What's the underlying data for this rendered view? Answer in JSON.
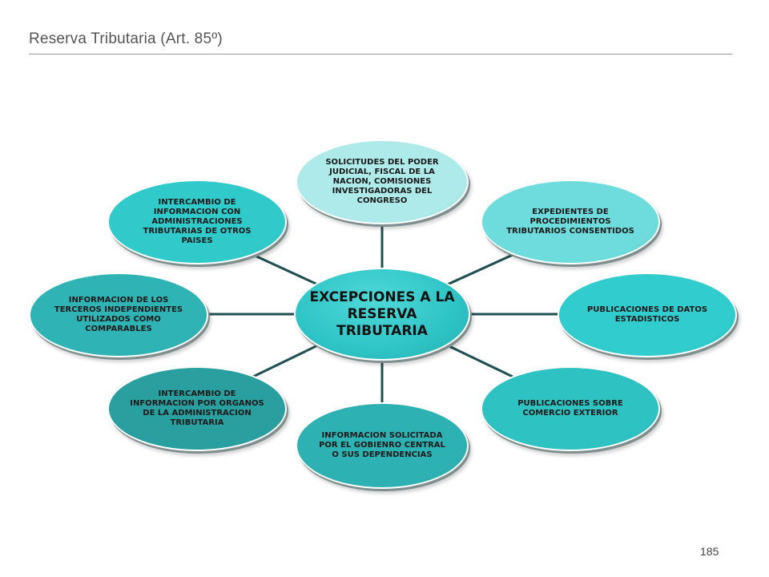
{
  "slide": {
    "title": "Reserva Tributaria (Art. 85º)",
    "page_number": "185"
  },
  "diagram": {
    "center": {
      "label": "EXCEPCIONES A LA RESERVA TRIBUTARIA",
      "color": "#2ec4c6"
    },
    "connector_color": "#1f4f4f",
    "nodes": [
      {
        "id": "poder-judicial",
        "label": "SOLICITUDES DEL PODER JUDICIAL, FISCAL DE LA NACION, COMISIONES INVESTIGADORAS DEL CONGRESO",
        "color": "#aeeaea"
      },
      {
        "id": "expedientes",
        "label": "EXPEDIENTES DE PROCEDIMIENTOS TRIBUTARIOS CONSENTIDOS",
        "color": "#6edcdc"
      },
      {
        "id": "estadisticos",
        "label": "PUBLICACIONES DE DATOS ESTADISTICOS",
        "color": "#31cccd"
      },
      {
        "id": "comercio-exterior",
        "label": "PUBLICACIONES SOBRE COMERCIO EXTERIOR",
        "color": "#2fc2c3"
      },
      {
        "id": "gobierno-central",
        "label": "INFORMACION SOLICITADA POR EL GOBIENRO CENTRAL O SUS DEPENDENCIAS",
        "color": "#2eb1b3"
      },
      {
        "id": "organos-administracion",
        "label": "INTERCAMBIO DE INFORMACION POR ORGANOS DE LA ADMINISTRACION TRIBUTARIA",
        "color": "#2a9fa0"
      },
      {
        "id": "terceros",
        "label": "INFORMACION DE LOS TERCEROS INDEPENDIENTES UTILIZADOS COMO COMPARABLES",
        "color": "#2fb3b4"
      },
      {
        "id": "otros-paises",
        "label": "INTERCAMBIO DE INFORMACION CON ADMINISTRACIONES TRIBUTARIAS DE OTROS PAISES",
        "color": "#31cacb"
      }
    ]
  }
}
